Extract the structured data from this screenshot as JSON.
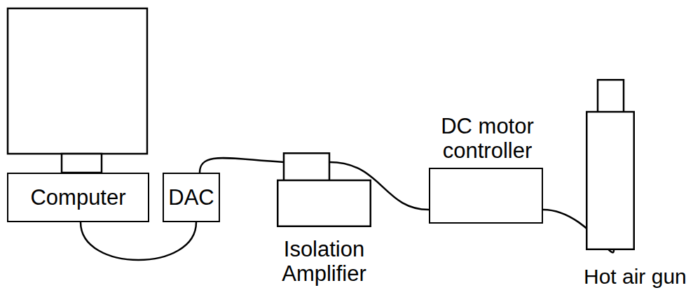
{
  "diagram": {
    "nodes": [
      {
        "text": [
          "Computer"
        ]
      },
      {
        "text": [
          "DAC"
        ]
      },
      {
        "text": [
          "Isolation Amplifier"
        ]
      },
      {
        "text": [
          "DC motor controller"
        ]
      },
      {
        "text": [
          "Hot air gun"
        ]
      }
    ],
    "edges": [
      {
        "from": 0,
        "to": 1,
        "arrow": "none"
      },
      {
        "from": 1,
        "to": 2,
        "arrow": "none"
      },
      {
        "from": 2,
        "to": 3,
        "arrow": "none"
      },
      {
        "from": 3,
        "to": 4,
        "arrow": "none"
      }
    ]
  }
}
